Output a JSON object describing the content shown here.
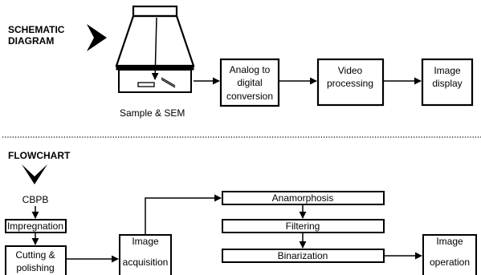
{
  "schematic": {
    "heading_line1": "SCHEMATIC",
    "heading_line2": "DIAGRAM",
    "sem_caption": "Sample & SEM",
    "adc_line1": "Analog to",
    "adc_line2": "digital",
    "adc_line3": "conversion",
    "video_line1": "Video",
    "video_line2": "processing",
    "display_line1": "Image",
    "display_line2": "display"
  },
  "flowchart": {
    "heading": "FLOWCHART",
    "start": "CBPB",
    "impregnation": "Impregnation",
    "cutting_line1": "Cutting &",
    "cutting_line2": "polishing",
    "acquisition_line1": "Image",
    "acquisition_line2": "acquisition",
    "anamorphosis": "Anamorphosis",
    "filtering": "Filtering",
    "binarization": "Binarization",
    "operation_line1": "Image",
    "operation_line2": "operation"
  }
}
